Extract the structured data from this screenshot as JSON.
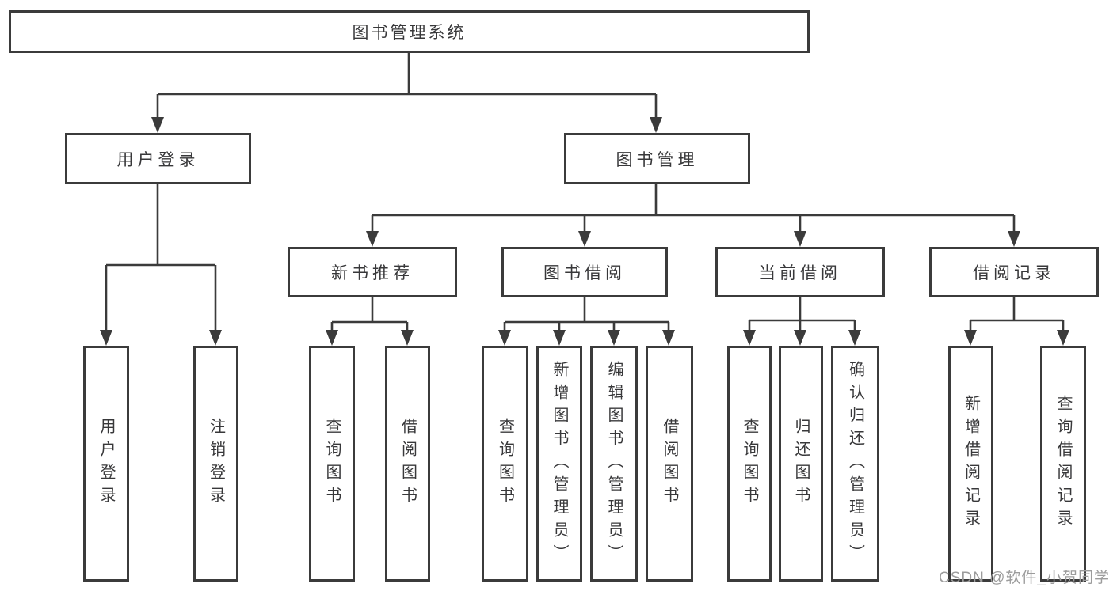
{
  "tree": {
    "label": "图书管理系统",
    "children": [
      {
        "label": "用户登录",
        "children": [
          {
            "label": "用户登录"
          },
          {
            "label": "注销登录"
          }
        ]
      },
      {
        "label": "图书管理",
        "children": [
          {
            "label": "新书推荐",
            "children": [
              {
                "label": "查询图书"
              },
              {
                "label": "借阅图书"
              }
            ]
          },
          {
            "label": "图书借阅",
            "children": [
              {
                "label": "查询图书"
              },
              {
                "label": "新增图书（管理员）"
              },
              {
                "label": "编辑图书（管理员）"
              },
              {
                "label": "借阅图书"
              }
            ]
          },
          {
            "label": "当前借阅",
            "children": [
              {
                "label": "查询图书"
              },
              {
                "label": "归还图书"
              },
              {
                "label": "确认归还（管理员）"
              }
            ]
          },
          {
            "label": "借阅记录",
            "children": [
              {
                "label": "新增借阅记录"
              },
              {
                "label": "查询借阅记录"
              }
            ]
          }
        ]
      }
    ]
  },
  "watermark": {
    "text": "CSDN @软件_小贺同学"
  },
  "colors": {
    "line": "#3b3b3b",
    "text": "#38383a",
    "box_background": "#ffffff",
    "watermark": "#9c9c9c"
  }
}
